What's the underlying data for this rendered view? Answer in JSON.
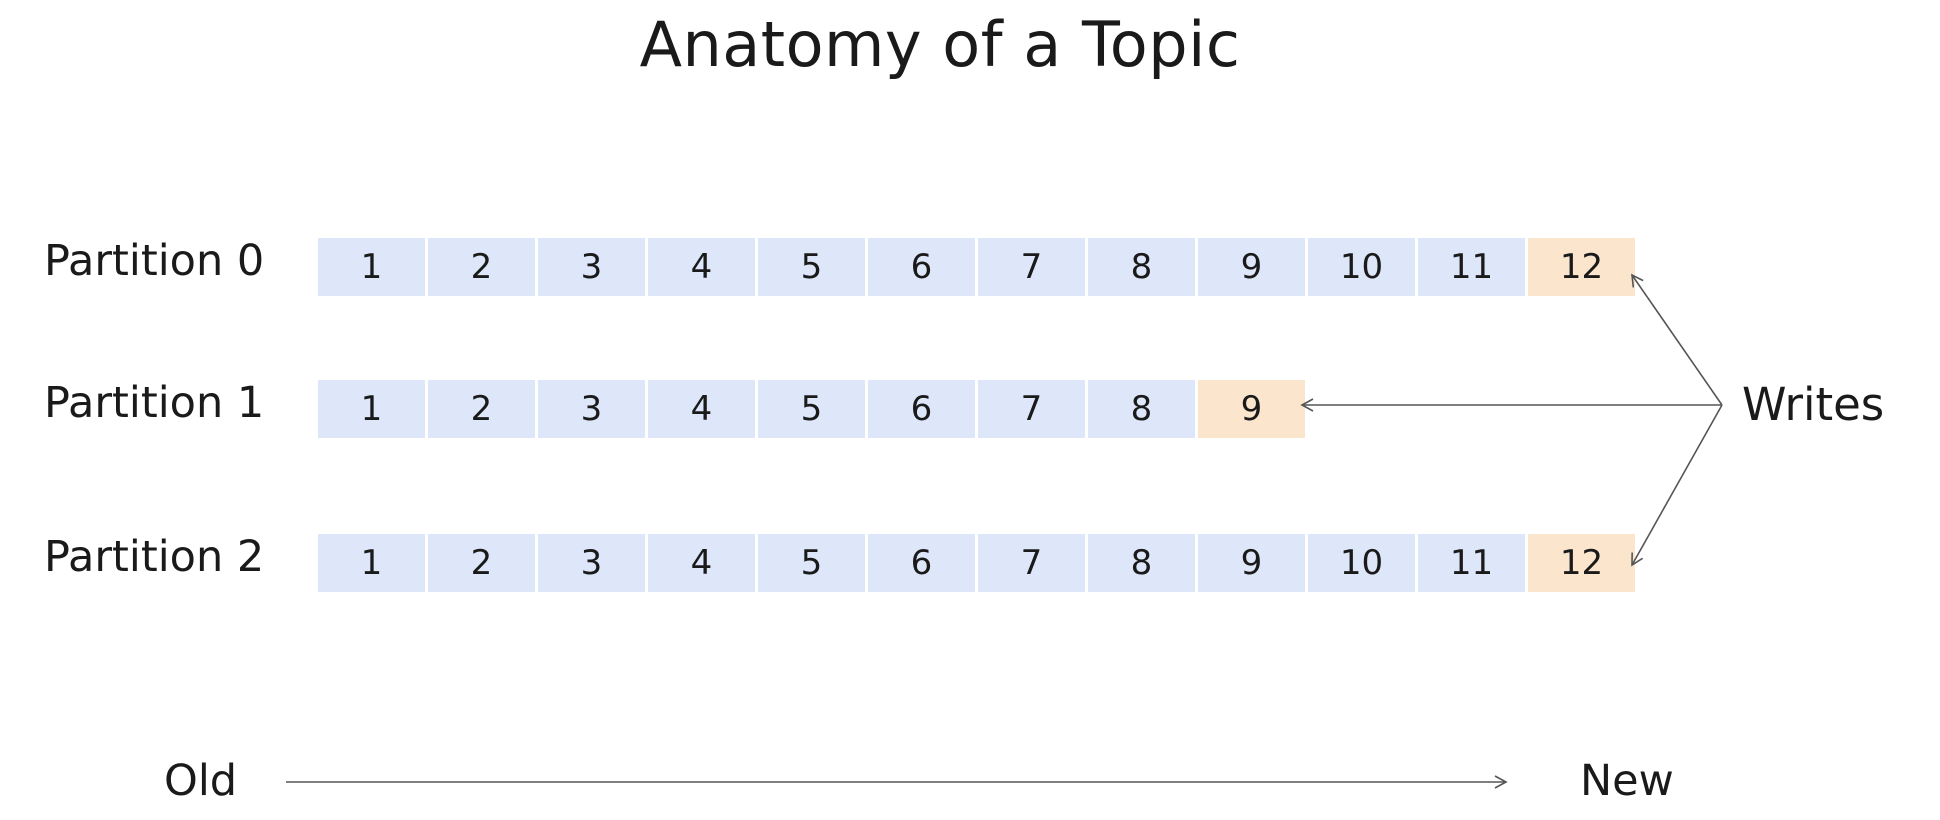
{
  "title": "Anatomy of a Topic",
  "partitions": [
    {
      "label": "Partition 0",
      "offsets": [
        "1",
        "2",
        "3",
        "4",
        "5",
        "6",
        "7",
        "8",
        "9",
        "10",
        "11",
        "12"
      ]
    },
    {
      "label": "Partition 1",
      "offsets": [
        "1",
        "2",
        "3",
        "4",
        "5",
        "6",
        "7",
        "8",
        "9"
      ]
    },
    {
      "label": "Partition 2",
      "offsets": [
        "1",
        "2",
        "3",
        "4",
        "5",
        "6",
        "7",
        "8",
        "9",
        "10",
        "11",
        "12"
      ]
    }
  ],
  "writes_label": "Writes",
  "axis": {
    "start_label": "Old",
    "end_label": "New"
  },
  "colors": {
    "cell": "#dde7f9",
    "latest_cell": "#fbe6cd",
    "arrow": "#555555"
  }
}
